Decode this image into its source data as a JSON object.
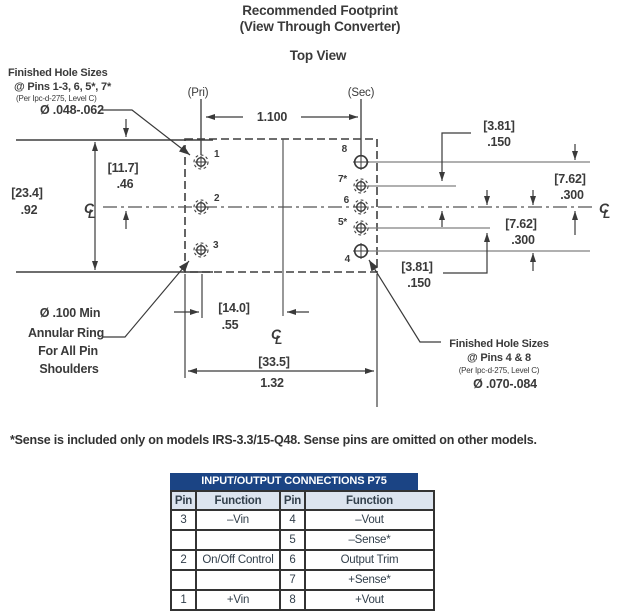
{
  "title": {
    "line1": "Recommended Footprint",
    "line2": "(View Through Converter)",
    "line3": "Top View"
  },
  "labels": {
    "pri": "(Pri)",
    "sec": "(Sec)",
    "hole_note_left": {
      "l1": "Finished Hole Sizes",
      "l2": "@ Pins 1-3, 6, 5*, 7*",
      "l3": "(Per Ipc-d-275, Level C)",
      "l4": "Ø .048-.062"
    },
    "hole_note_right": {
      "l1": "Finished Hole Sizes",
      "l2": "@ Pins 4 & 8",
      "l3": "(Per Ipc-d-275, Level C)",
      "l4": "Ø .070-.084"
    },
    "annular_note": {
      "l1": "Ø .100 Min",
      "l2": "Annular Ring",
      "l3": "For All Pin",
      "l4": "Shoulders"
    }
  },
  "symbols": {
    "centerline_c": "C",
    "centerline_l": "L"
  },
  "dimensions": {
    "pin_span": "1.100",
    "pkg_height_mm": "[23.4]",
    "pkg_height_in": ".92",
    "half_height_mm": "[11.7]",
    "half_height_in": ".46",
    "d150_top_mm": "[3.81]",
    "d150_top_in": ".150",
    "d300_right_mm": "[7.62]",
    "d300_right_in": ".300",
    "d300_mid_mm": "[7.62]",
    "d300_mid_in": ".300",
    "d150_bot_mm": "[3.81]",
    "d150_bot_in": ".150",
    "half_width_mm": "[14.0]",
    "half_width_in": ".55",
    "pkg_width_mm": "[33.5]",
    "pkg_width_in": "1.32"
  },
  "pins": {
    "p1": "1",
    "p2": "2",
    "p3": "3",
    "p4": "4",
    "p5": "5*",
    "p6": "6",
    "p7": "7*",
    "p8": "8"
  },
  "note": "*Sense is included only on models IRS-3.3/15-Q48. Sense pins are omitted on other models.",
  "table": {
    "title": "INPUT/OUTPUT CONNECTIONS P75",
    "headers": [
      "Pin",
      "Function",
      "Pin",
      "Function"
    ],
    "rows": [
      [
        "3",
        "–Vin",
        "4",
        "–Vout"
      ],
      [
        "",
        "",
        "5",
        "–Sense*"
      ],
      [
        "2",
        "On/Off Control",
        "6",
        "Output Trim"
      ],
      [
        "",
        "",
        "7",
        "+Sense*"
      ],
      [
        "1",
        "+Vin",
        "8",
        "+Vout"
      ]
    ]
  },
  "colors": {
    "header_navy": "#1b4484",
    "subheader_bg": "#dce4ef",
    "line": "#3a3a3a",
    "gray_line": "#808080"
  }
}
